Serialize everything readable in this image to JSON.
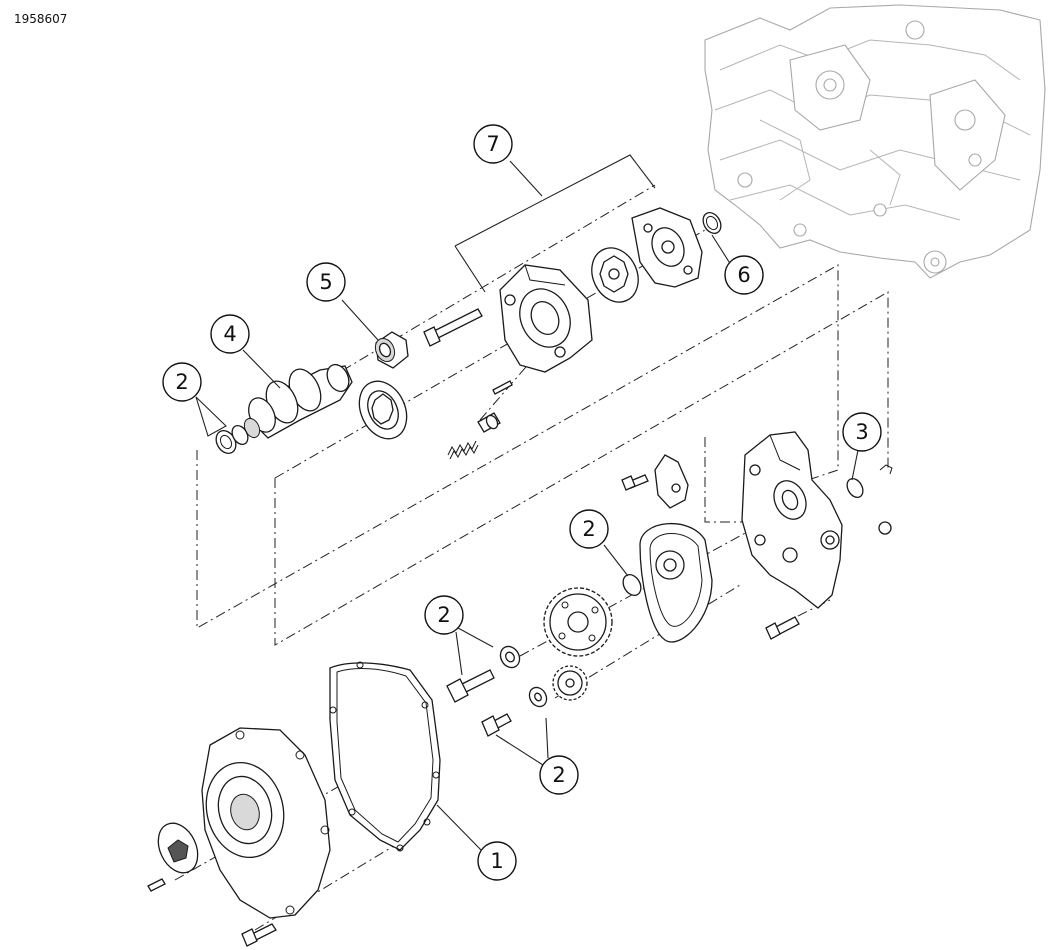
{
  "figure_id": "1958607",
  "callouts": [
    {
      "id": "c1",
      "label": "1"
    },
    {
      "id": "c2a",
      "label": "2"
    },
    {
      "id": "c2b",
      "label": "2"
    },
    {
      "id": "c2c",
      "label": "2"
    },
    {
      "id": "c2d",
      "label": "2"
    },
    {
      "id": "c3",
      "label": "3"
    },
    {
      "id": "c4",
      "label": "4"
    },
    {
      "id": "c5",
      "label": "5"
    },
    {
      "id": "c6",
      "label": "6"
    },
    {
      "id": "c7",
      "label": "7"
    }
  ]
}
